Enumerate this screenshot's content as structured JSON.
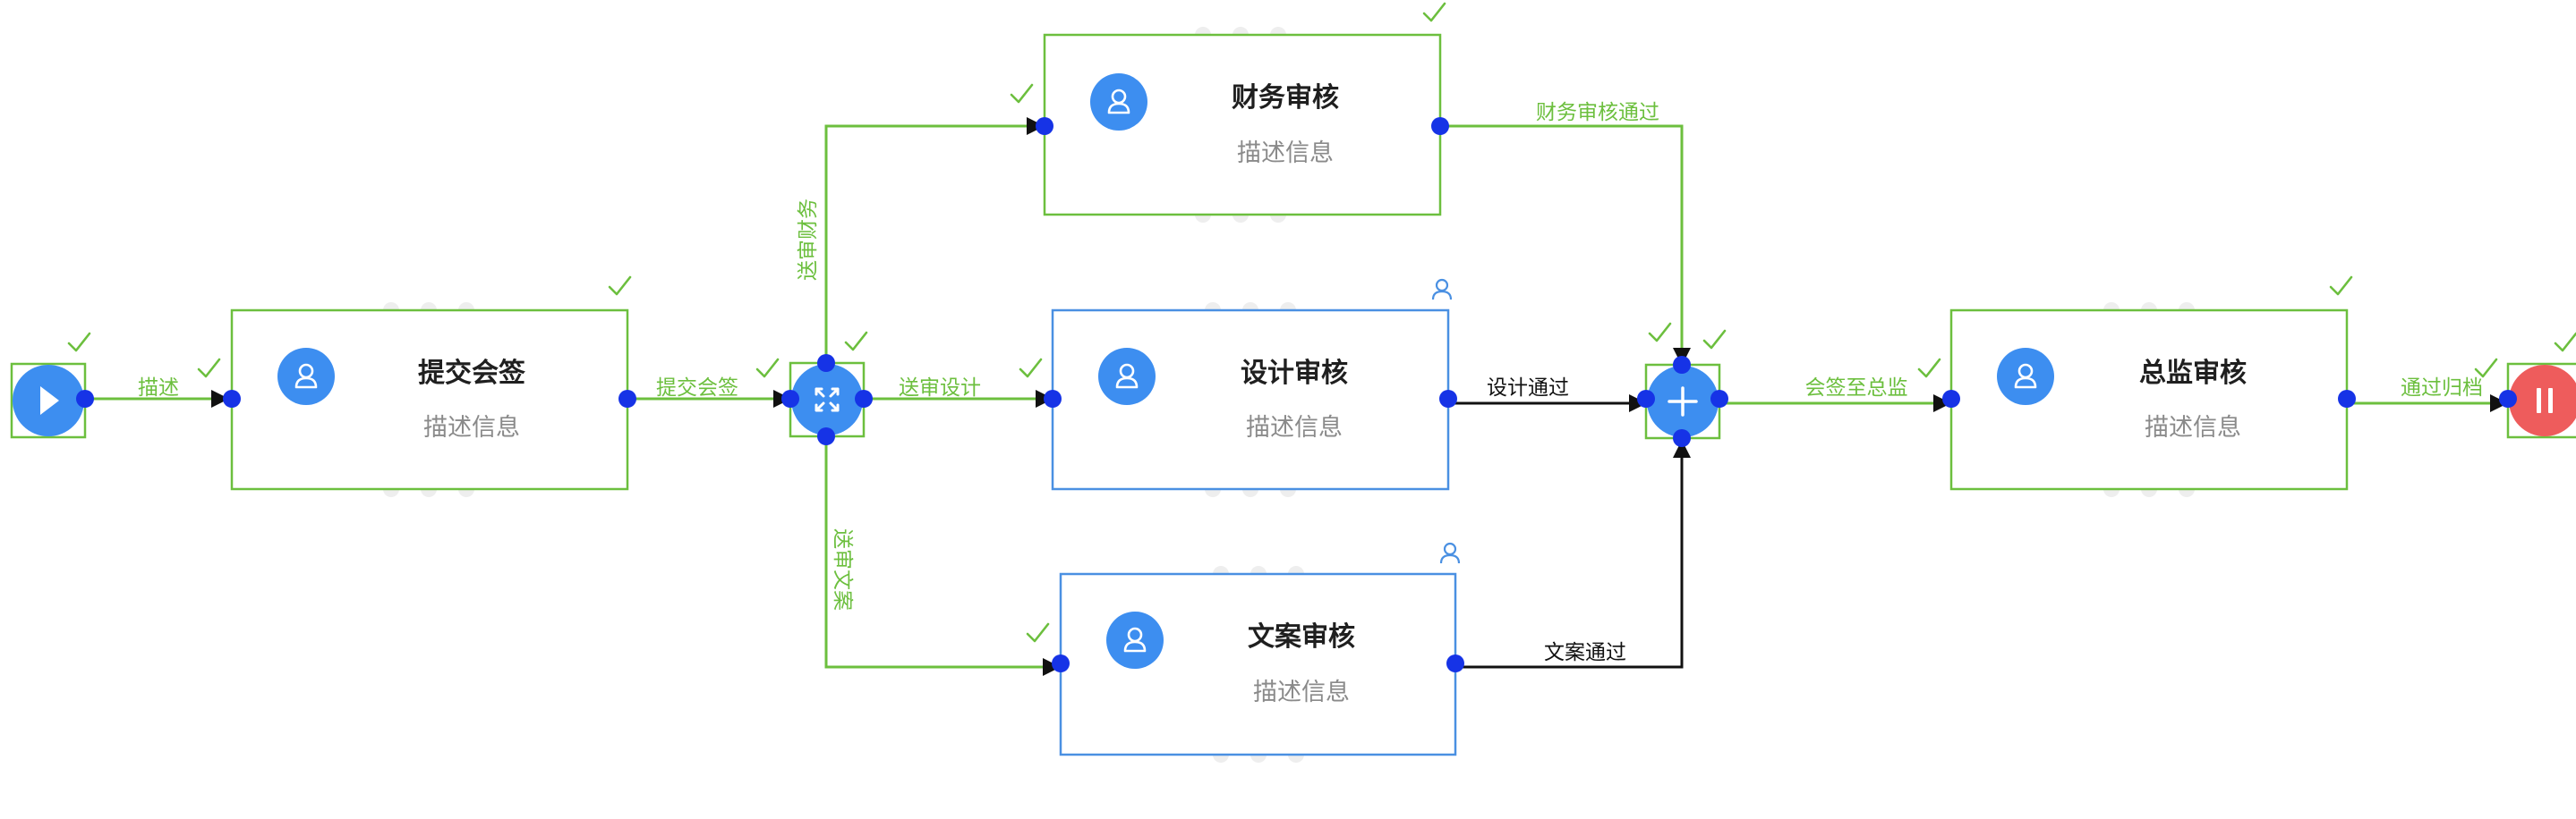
{
  "colors": {
    "completed": "#6cbf3e",
    "active": "#4a90e2",
    "node_icon": "#3d8ef0",
    "port": "#1633e6",
    "start_event": "#3d8ef0",
    "end_event": "#ee5c5c",
    "default_edge": "#111111"
  },
  "nodes": {
    "submit": {
      "title": "提交会签",
      "desc": "描述信息",
      "status": "completed",
      "icon": "user-icon"
    },
    "finance": {
      "title": "财务审核",
      "desc": "描述信息",
      "status": "completed",
      "icon": "user-icon"
    },
    "design": {
      "title": "设计审核",
      "desc": "描述信息",
      "status": "active",
      "icon": "user-icon"
    },
    "copy": {
      "title": "文案审核",
      "desc": "描述信息",
      "status": "active",
      "icon": "user-icon"
    },
    "director": {
      "title": "总监审核",
      "desc": "描述信息",
      "status": "completed",
      "icon": "user-icon"
    }
  },
  "events": {
    "start": {
      "icon": "play-icon"
    },
    "end": {
      "icon": "pause-icon"
    }
  },
  "gateways": {
    "split": {
      "icon": "expand-icon"
    },
    "join": {
      "icon": "plus-icon"
    }
  },
  "edges": {
    "start_to_submit": "描述",
    "submit_to_split": "提交会签",
    "split_to_finance": "送审财务",
    "split_to_design": "送审设计",
    "split_to_copy": "送审文案",
    "finance_to_join": "财务审核通过",
    "design_to_join": "设计通过",
    "copy_to_join": "文案通过",
    "join_to_director": "会签至总监",
    "director_to_end": "通过归档"
  }
}
